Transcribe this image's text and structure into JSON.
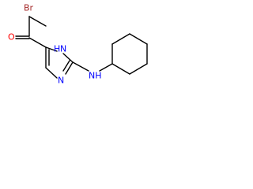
{
  "molecule": {
    "atoms": {
      "bromine": "Br",
      "oxygen": "O",
      "imidazole_nh": "H",
      "imidazole_nh_n": "N",
      "imidazole_n": "N",
      "amine": "NH"
    },
    "colors": {
      "bond": "#000000",
      "bromine": "#a52a2a",
      "oxygen": "#ff0000",
      "nitrogen": "#0000ff"
    }
  }
}
